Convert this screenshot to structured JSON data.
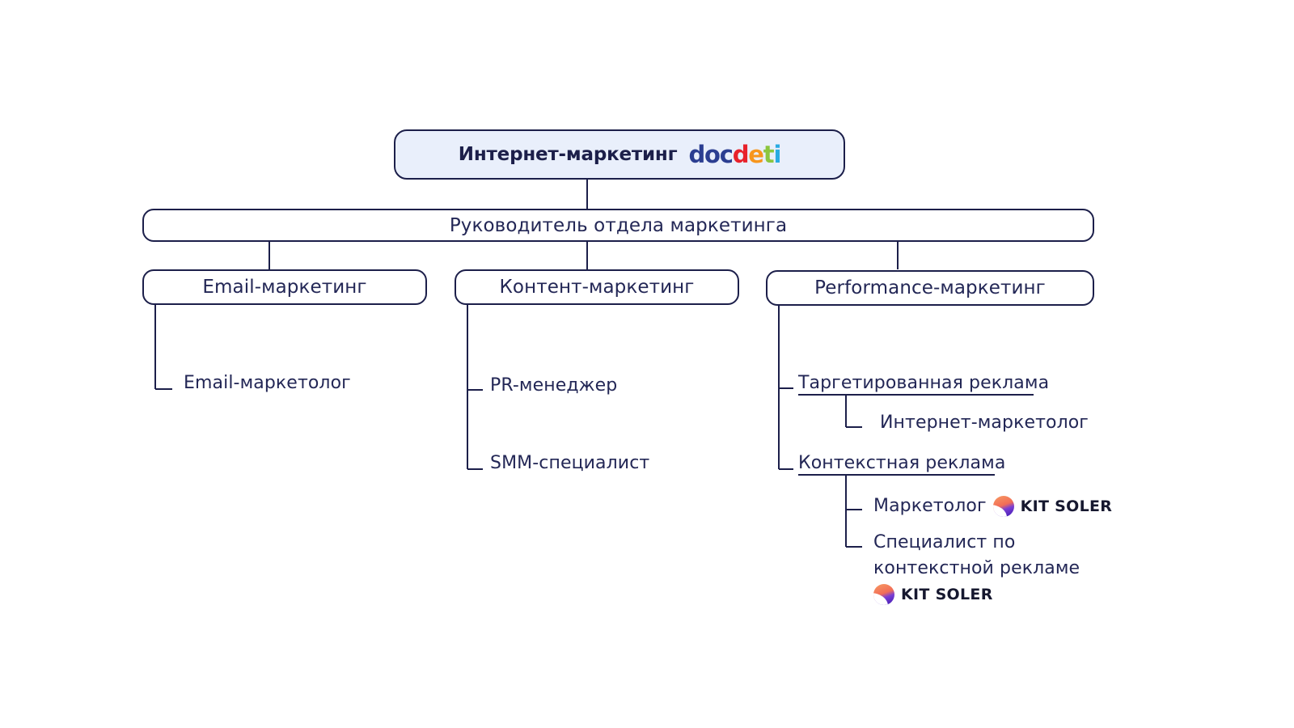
{
  "diagram": {
    "root": {
      "title": "Интернет-маркетинг",
      "logo": {
        "name": "docdeti",
        "parts": [
          {
            "text": "doc",
            "color": "#2b3e91"
          },
          {
            "text": "d",
            "color": "#e8212b"
          },
          {
            "text": "e",
            "color": "#f7961d"
          },
          {
            "text": "t",
            "color": "#8cc63e"
          },
          {
            "text": "i",
            "color": "#29abe2"
          }
        ]
      }
    },
    "level2": {
      "label": "Руководитель отдела маркетинга"
    },
    "branches": [
      {
        "label": "Email-маркетинг",
        "leaves": [
          {
            "label": "Email-маркетолог"
          }
        ]
      },
      {
        "label": "Контент-маркетинг",
        "leaves": [
          {
            "label": "PR-менеджер"
          },
          {
            "label": "SMM-специалист"
          }
        ]
      },
      {
        "label": "Performance-маркетинг",
        "leaves": [
          {
            "label": "Таргетированная реклама"
          },
          {
            "label": "Интернет-маркетолог"
          },
          {
            "label": "Контекстная реклама"
          },
          {
            "label": "Маркетолог"
          },
          {
            "label": "Специалист по контекстной рекламе"
          }
        ]
      }
    ],
    "partner_logo": {
      "word": "KIT SOLER",
      "mark_colors": {
        "top": "#f5874f",
        "bottom": "#4019b5"
      }
    },
    "colors": {
      "stroke": "#1c1f4a",
      "text": "#232756",
      "root_fill": "#e9effb",
      "background": "#ffffff"
    }
  }
}
